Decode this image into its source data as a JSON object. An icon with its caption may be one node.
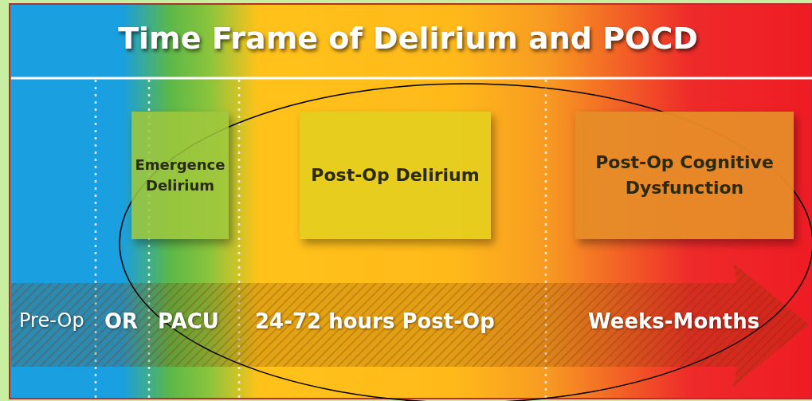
{
  "diagram": {
    "title": "Time Frame of Delirium and POCD",
    "nodes": [
      {
        "text": [
          "Emergence Delirium"
        ]
      },
      {
        "text": [
          "Post-Op Delirium"
        ]
      },
      {
        "text": [
          "Post-Op Cognitive Dysfunction"
        ]
      }
    ],
    "edges": [],
    "labels": [
      "Pre-Op",
      "OR",
      "PACU",
      "24-72 hours Post-Op",
      "Weeks-Months"
    ]
  }
}
